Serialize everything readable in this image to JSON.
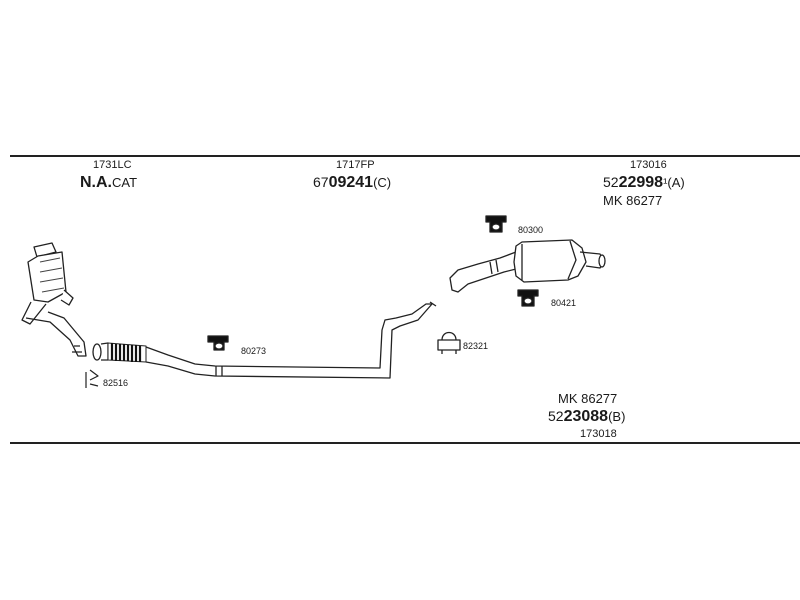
{
  "sections": {
    "left": {
      "part_no": "1731LC",
      "name_bold": "N.A.",
      "name_suffix": "CAT"
    },
    "middle": {
      "part_no": "1717FP",
      "code_prefix": "67",
      "code_bold": "09241",
      "code_suffix": "(C)"
    },
    "right_top": {
      "part_no": "173016",
      "code_prefix": "52",
      "code_bold": "22998",
      "code_suffix": "¹(A)",
      "mk": "MK  86277"
    },
    "right_bottom": {
      "mk": "MK  86277",
      "code_prefix": "52",
      "code_bold": "23088",
      "code_suffix": "(B)",
      "part_no": "173018"
    }
  },
  "parts": {
    "p82516": "82516",
    "p80273": "80273",
    "p82321": "82321",
    "p80300": "80300",
    "p80421": "80421"
  }
}
